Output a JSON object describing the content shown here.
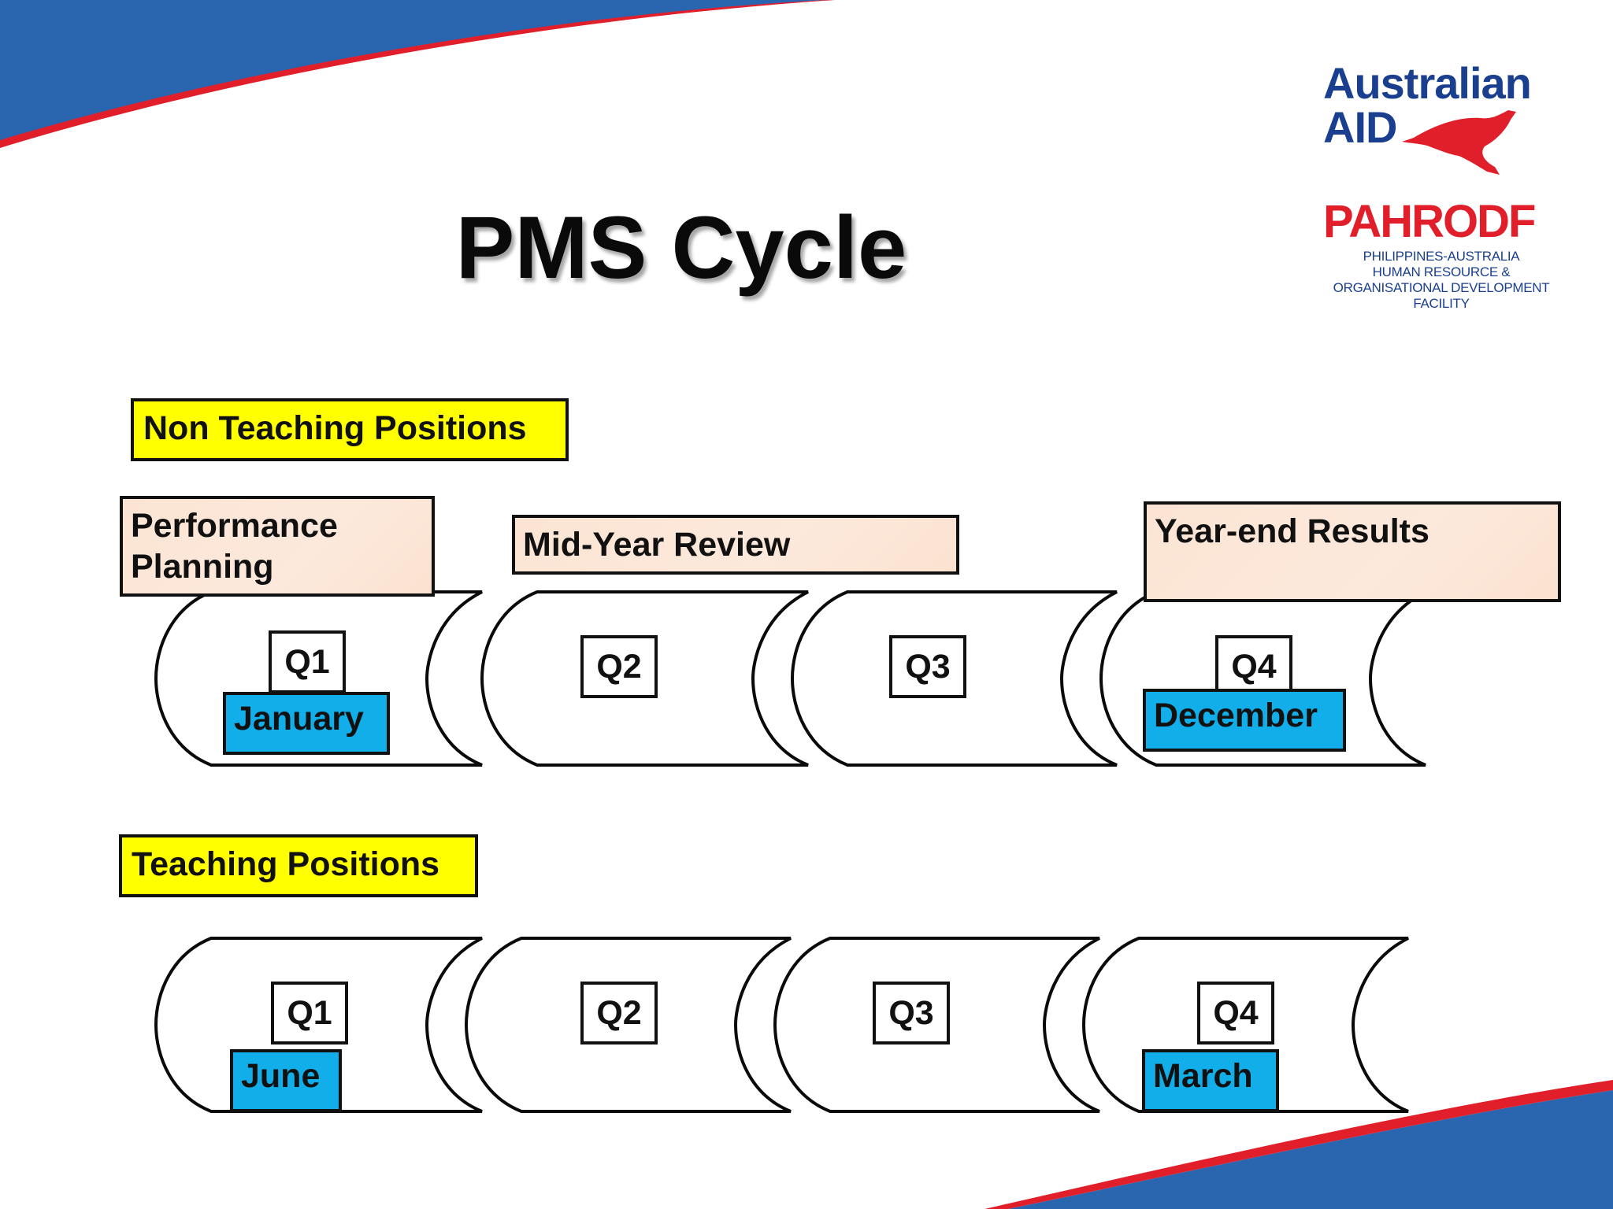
{
  "title": "PMS Cycle",
  "logo": {
    "australian": "Australian",
    "aid": "AID",
    "pahrodf": "PAHRODF",
    "subtitle_lines": [
      "PHILIPPINES-AUSTRALIA",
      "HUMAN RESOURCE &",
      "ORGANISATIONAL DEVELOPMENT",
      "FACILITY"
    ]
  },
  "non_teaching": {
    "label": "Non Teaching Positions",
    "phases": [
      "Performance\nPlanning",
      "Mid-Year Review",
      "Year-end Results"
    ],
    "quarters": [
      "Q1",
      "Q2",
      "Q3",
      "Q4"
    ],
    "months": [
      "January",
      "December"
    ]
  },
  "teaching": {
    "label": "Teaching Positions",
    "quarters": [
      "Q1",
      "Q2",
      "Q3",
      "Q4"
    ],
    "months": [
      "June",
      "March"
    ]
  },
  "colors": {
    "label_fill": "#ffff00",
    "month_fill": "#11aeea",
    "phase_fill": "#fbe4d3",
    "swoosh_blue": "#2a66b0",
    "swoosh_red": "#e01f2b"
  }
}
